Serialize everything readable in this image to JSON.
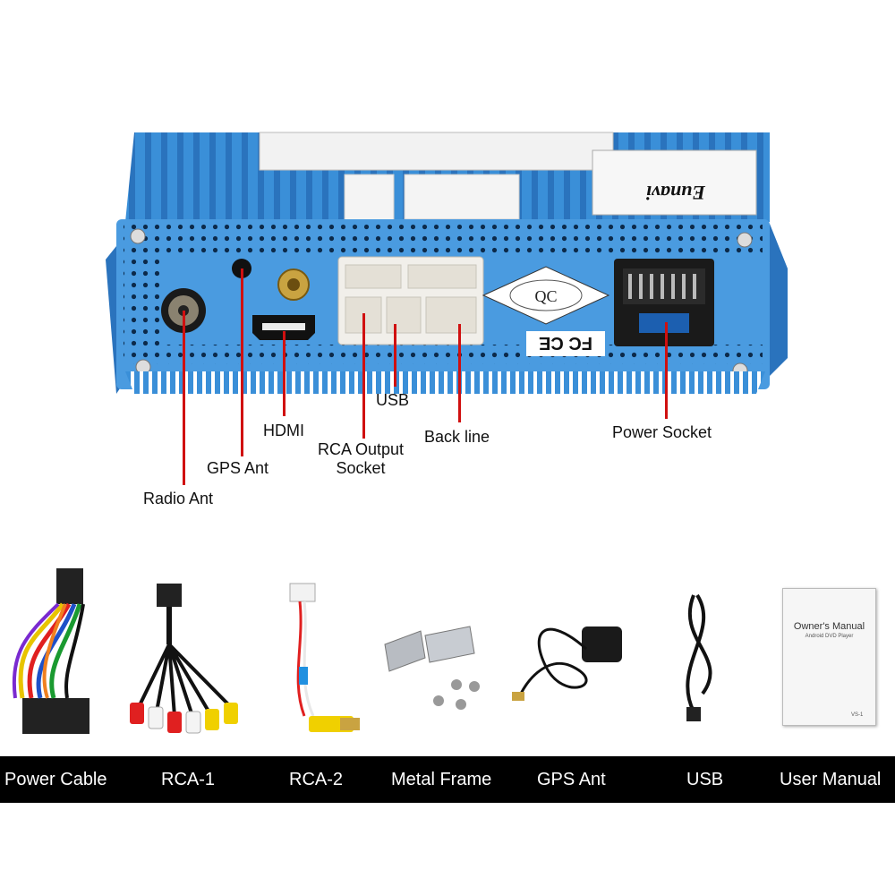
{
  "device": {
    "brand_label": "Eunavi",
    "qc_seal": "QC",
    "cert_marks": "FC CE"
  },
  "callouts": {
    "radio_ant": "Radio Ant",
    "gps_ant": "GPS Ant",
    "hdmi": "HDMI",
    "rca_output_line1": "RCA Output",
    "rca_output_line2": "Socket",
    "usb": "USB",
    "back_line": "Back line",
    "power_socket": "Power Socket"
  },
  "manual": {
    "title": "Owner's Manual",
    "subtitle": "Android DVD Player",
    "code": "VS-1"
  },
  "accessories": [
    {
      "label": "Power Cable"
    },
    {
      "label": "RCA-1"
    },
    {
      "label": "RCA-2"
    },
    {
      "label": "Metal Frame"
    },
    {
      "label": "GPS Ant"
    },
    {
      "label": "USB"
    },
    {
      "label": "User Manual"
    }
  ],
  "colors": {
    "device_blue": "#3a8fd8",
    "callout_line": "#d01010",
    "bar_bg": "#000000"
  }
}
